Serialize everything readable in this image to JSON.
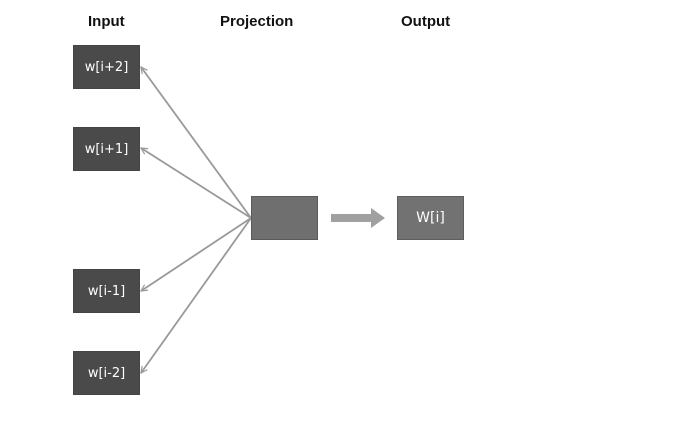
{
  "headers": {
    "input": "Input",
    "projection": "Projection",
    "output": "Output"
  },
  "input_words": [
    "w[i+2]",
    "w[i+1]",
    "w[i-1]",
    "w[i-2]"
  ],
  "output_word": "W[i]",
  "colors": {
    "input_box": "#4a4a4a",
    "projection_box": "#6f6f6f",
    "output_box": "#727272",
    "connector": "#999999",
    "big_arrow": "#a0a0a0"
  }
}
